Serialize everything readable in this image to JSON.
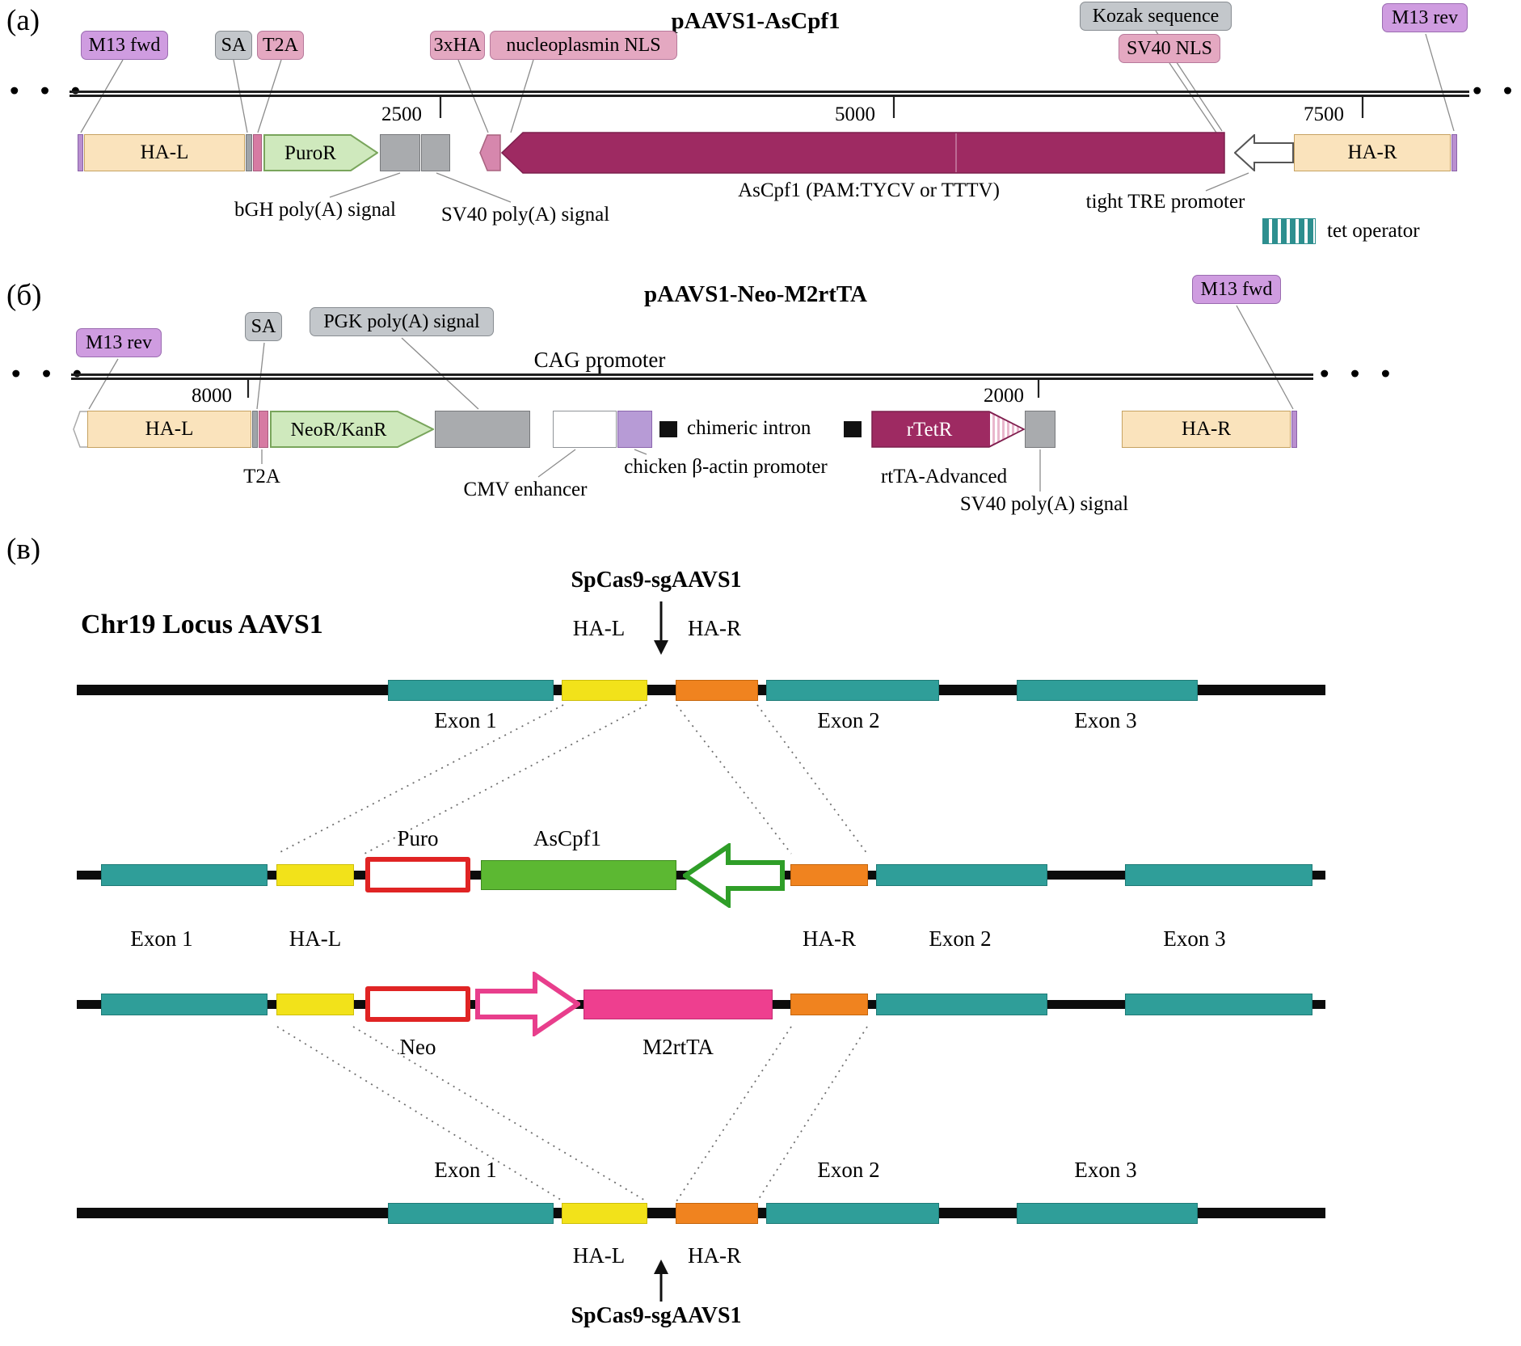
{
  "colors": {
    "teal_exon": "#2f9e99",
    "yellow_ha_l": "#f2e21a",
    "orange_ha_r": "#f0831f",
    "maroon_arrow": "#9e2a62",
    "green_cassette": "#5cb832",
    "green_arrow_outline": "#2f9e28",
    "pink_arrow_outline": "#e83e8c",
    "magenta_cassette": "#ee3f8f",
    "red_cassette_outline": "#e02424",
    "tan_homology": "#fae3bc",
    "light_green_orf": "#cfe9bd",
    "purple_primer_tag": "#cf9ce0",
    "pink_feature_tag": "#e4a8c1",
    "gray_tag": "#c3c7cb",
    "purple_promoter_box": "#b79bd6",
    "tet_operator_teal": "#2d8f8f"
  },
  "panel_a": {
    "tag": "(а)",
    "title": "pAAVS1-AsCpf1",
    "dots": "• • •",
    "labels": {
      "m13_fwd": "M13 fwd",
      "sa": "SA",
      "t2a": "T2A",
      "ha3x": "3xHA",
      "nucleoplasmin_nls": "nucleoplasmin NLS",
      "kozak": "Kozak sequence",
      "sv40_nls": "SV40 NLS",
      "m13_rev": "M13 rev"
    },
    "ruler": {
      "tick_2500": "2500",
      "tick_5000": "5000",
      "tick_7500": "7500"
    },
    "features": {
      "ha_l": "HA-L",
      "puror": "PuroR",
      "ha_r": "HA-R"
    },
    "captions": {
      "bgh_polya": "bGH poly(A) signal",
      "sv40_polya": "SV40 poly(A) signal",
      "ascpf1": "AsCpf1 (PAM:TYCV or TTTV)",
      "tre_promoter": "tight TRE promoter",
      "tet_operator": "tet operator"
    }
  },
  "panel_b": {
    "tag": "(б)",
    "title": "pAAVS1-Neo-M2rtTA",
    "dots": "• • •",
    "labels": {
      "m13_rev": "M13 rev",
      "sa": "SA",
      "pgk_polya": "PGK poly(A) signal",
      "cag_promoter": "CAG promoter",
      "m13_fwd": "M13 fwd"
    },
    "ruler": {
      "tick_8000": "8000",
      "tick_2000": "2000"
    },
    "features": {
      "ha_l": "HA-L",
      "neor": "NeoR/KanR",
      "chimeric_intron": "chimeric intron",
      "rtetr": "rTetR",
      "ha_r": "HA-R"
    },
    "captions": {
      "t2a": "T2A",
      "cmv_enhancer": "CMV enhancer",
      "beta_actin": "chicken β-actin promoter",
      "rtta_advanced": "rtTA-Advanced",
      "sv40_polya": "SV40 poly(A) signal"
    }
  },
  "panel_c": {
    "tag": "(в)",
    "locus_title": "Chr19 Locus AAVS1",
    "nuclease_top": "SpCas9-sgAAVS1",
    "nuclease_bottom": "SpCas9-sgAAVS1",
    "wt_top": {
      "ha_l": "HA-L",
      "ha_r": "HA-R",
      "exon1": "Exon 1",
      "exon2": "Exon 2",
      "exon3": "Exon 3"
    },
    "allele_ascpf1": {
      "puro": "Puro",
      "ascpf1": "AsCpf1"
    },
    "mid": {
      "exon1": "Exon 1",
      "ha_l": "HA-L",
      "ha_r": "HA-R",
      "exon2": "Exon 2",
      "exon3": "Exon 3"
    },
    "allele_m2rtta": {
      "neo": "Neo",
      "m2rtta": "M2rtTA"
    },
    "wt_bottom": {
      "exon1": "Exon 1",
      "exon2": "Exon 2",
      "exon3": "Exon 3",
      "ha_l": "HA-L",
      "ha_r": "HA-R"
    }
  }
}
